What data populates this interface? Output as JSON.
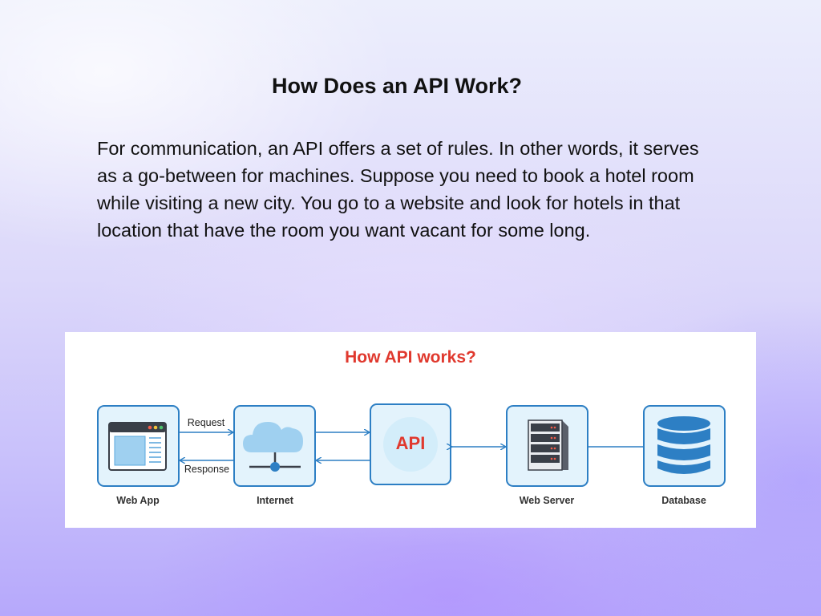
{
  "slide": {
    "title": "How Does an API Work?",
    "body": "For communication, an API offers a set of rules. In other words, it serves as a go-between for machines. Suppose you need to book a hotel room while visiting a new city. You go to a website and look for hotels in that location that have the room you want vacant for some long."
  },
  "diagram": {
    "title": "How API works?",
    "nodes": {
      "web_app": "Web App",
      "internet": "Internet",
      "api": "API",
      "web_server": "Web Server",
      "database": "Database"
    },
    "edges": {
      "request": "Request",
      "response": "Response"
    },
    "colors": {
      "title": "#e0392e",
      "node_border": "#2d7fc4",
      "node_fill": "#e3f3fc",
      "api_text": "#e0392e"
    }
  }
}
